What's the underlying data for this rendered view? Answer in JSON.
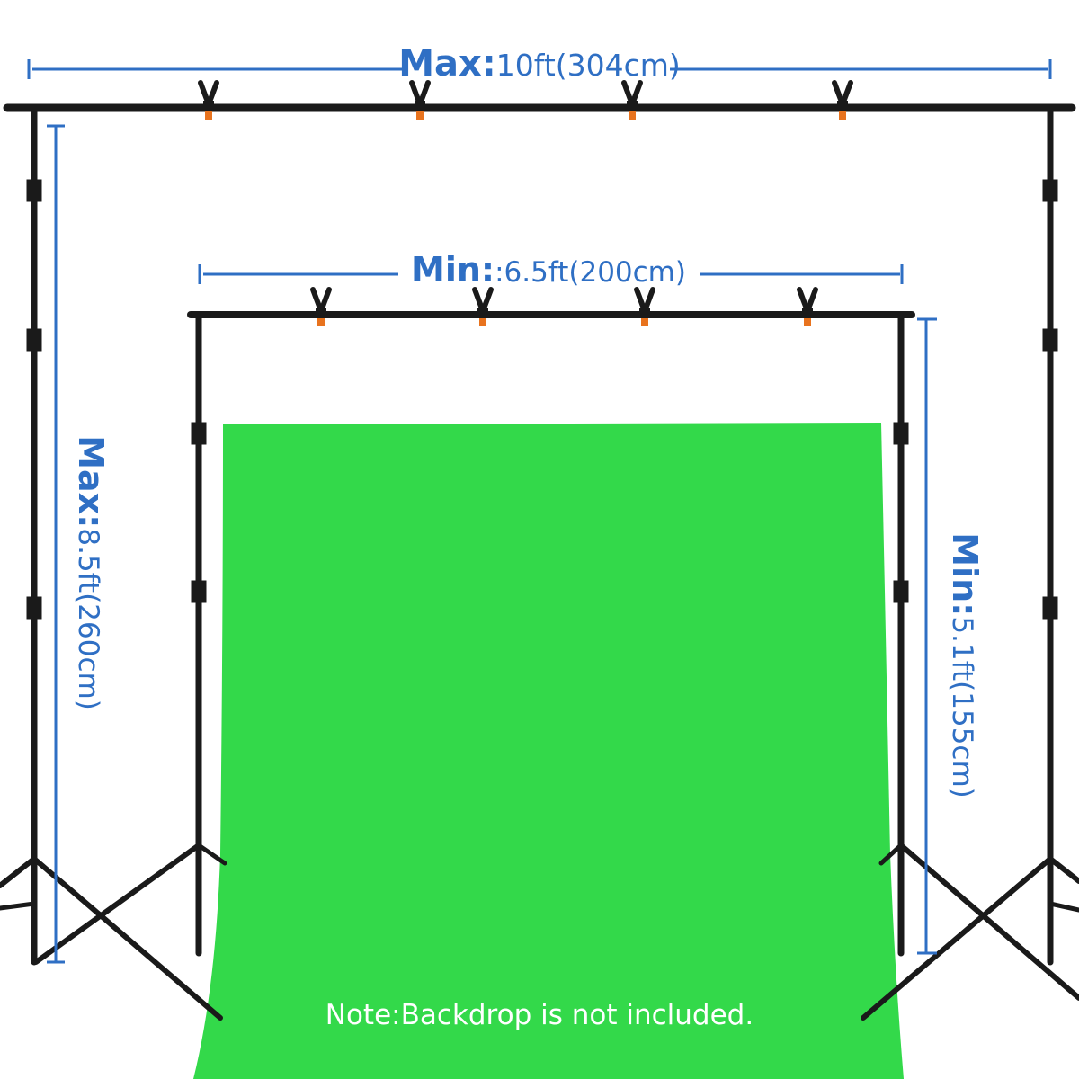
{
  "dimensions": {
    "max_width": {
      "label": "Max:",
      "value": "10ft(304cm)"
    },
    "min_width": {
      "label": "Min:",
      "value": ":6.5ft(200cm)"
    },
    "max_height": {
      "label": "Max:",
      "value": "8.5ft(260cm)"
    },
    "min_height": {
      "label": "Min:",
      "value": "5.1ft(155cm)"
    }
  },
  "note": "Note:Backdrop is not included.",
  "colors": {
    "dimension": "#2f6fc4",
    "backdrop": "#33d94a",
    "stand": "#1a1a1a",
    "clamp_tip": "#e8731e"
  }
}
